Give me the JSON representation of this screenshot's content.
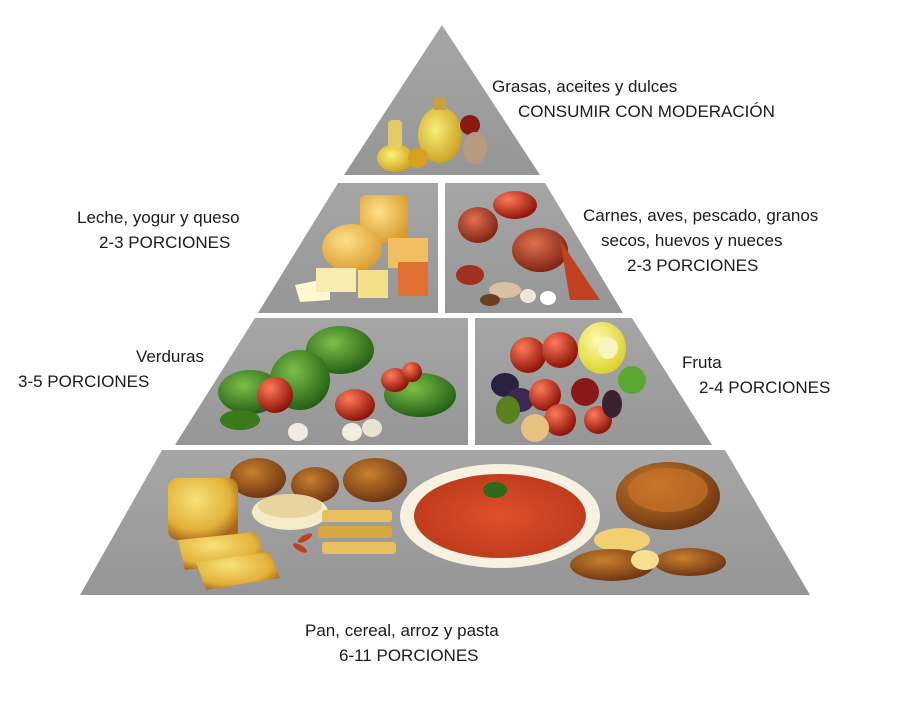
{
  "colors": {
    "tier_fill": "#9e9e9e",
    "tier_fill_shade": "#8f8f8f",
    "gutter": "#ffffff",
    "text": "#1c1c1c"
  },
  "tiers": [
    {
      "id": "top",
      "sections": [
        {
          "name": "fats-oils-sweets",
          "label": "Grasas, aceites y dulces",
          "servings": "CONSUMIR CON MODERACIÓN",
          "foods": [
            "oil-bottles",
            "honey",
            "candy"
          ]
        }
      ]
    },
    {
      "id": "second",
      "sections": [
        {
          "name": "dairy",
          "label": "Leche, yogur y queso",
          "servings": "2-3 PORCIONES",
          "foods": [
            "cheese-wheels",
            "cheese-blocks",
            "cheese-slices"
          ]
        },
        {
          "name": "protein",
          "label_lines": [
            "Carnes, aves, pescado, granos",
            "secos, huevos y nueces"
          ],
          "servings": "2-3 PORCIONES",
          "foods": [
            "meat",
            "chicken",
            "fish",
            "beans",
            "eggs",
            "nuts"
          ]
        }
      ]
    },
    {
      "id": "third",
      "sections": [
        {
          "name": "vegetables",
          "label": "Verduras",
          "servings": "3-5 PORCIONES",
          "foods": [
            "lettuce",
            "broccoli",
            "peppers",
            "tomatoes",
            "mushrooms"
          ]
        },
        {
          "name": "fruit",
          "label": "Fruta",
          "servings": "2-4 PORCIONES",
          "foods": [
            "apples",
            "grapes",
            "melon",
            "kiwi",
            "lime",
            "pears"
          ]
        }
      ]
    },
    {
      "id": "base",
      "sections": [
        {
          "name": "grains",
          "label": "Pan, cereal, arroz y pasta",
          "servings": "6-11 PORCIONES",
          "foods": [
            "bread-slices",
            "muffins",
            "rice",
            "crackers",
            "pasta-plate",
            "bread-loaf",
            "rolls"
          ]
        }
      ]
    }
  ]
}
